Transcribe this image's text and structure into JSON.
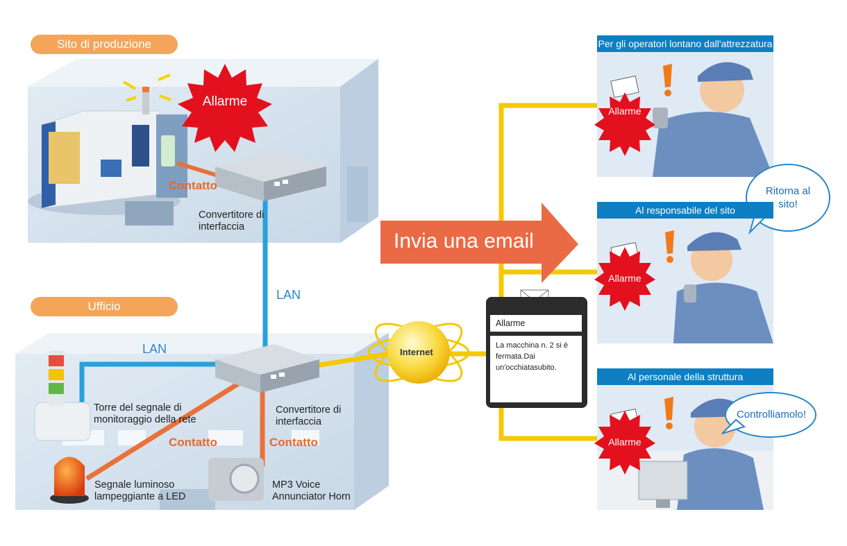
{
  "sites": {
    "production_label": "Sito di produzione",
    "office_label": "Ufficio"
  },
  "production": {
    "alarm": "Allarme",
    "contact": "Contatto",
    "converter": "Convertitore di interfaccia"
  },
  "network": {
    "lan_vertical": "LAN",
    "lan_office": "LAN",
    "internet": "Internet"
  },
  "office": {
    "converter": "Convertitore di interfaccia",
    "tower": "Torre del segnale di monitoraggio della rete",
    "led": "Segnale luminoso lampeggiante a LED",
    "horn": "MP3 Voice Annunciator Horn",
    "contact_left": "Contatto",
    "contact_right": "Contatto"
  },
  "email": {
    "send": "Invia una email",
    "subject": "Allarme",
    "body": "La macchina n. 2 si è fermata.Dai un'occhiatasubito."
  },
  "recipients": [
    {
      "title": "Per gli operatori lontano dall'attrezzatura",
      "alarm": "Allarme"
    },
    {
      "title": "Al responsabile del sito",
      "alarm": "Allarme"
    },
    {
      "title": "Al personale della struttura",
      "alarm": "Allarme"
    }
  ],
  "bubbles": {
    "return": "Ritorna al sito!",
    "check": "Controlliamolo!"
  },
  "colors": {
    "lan": "#2aa0dc",
    "contact": "#e9713a",
    "internet_line": "#f5c800",
    "panel_header": "#0d7fc2",
    "send_arrow": "#ea6a45",
    "site_label": "#f3a55a",
    "alarm": "#e3101e"
  }
}
